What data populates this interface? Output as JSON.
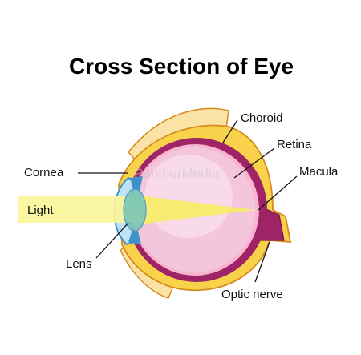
{
  "title": "Cross Section of Eye",
  "labels": {
    "choroid": "Choroid",
    "retina": "Retina",
    "cornea": "Cornea",
    "macula": "Macula",
    "light": "Light",
    "lens": "Lens",
    "optic_nerve": "Optic nerve"
  },
  "watermark": "PantherMedia",
  "colors": {
    "sclera": "#f8d24a",
    "sclera_outline": "#d78a1e",
    "choroid": "#9e2367",
    "vitreous": "#f4c6dc",
    "vitreous_light": "#fae3ee",
    "cornea": "#bfe1f3",
    "lens": "#79c7b6",
    "light_beam": "#fbf59a",
    "muscle": "#fbe3a6"
  }
}
